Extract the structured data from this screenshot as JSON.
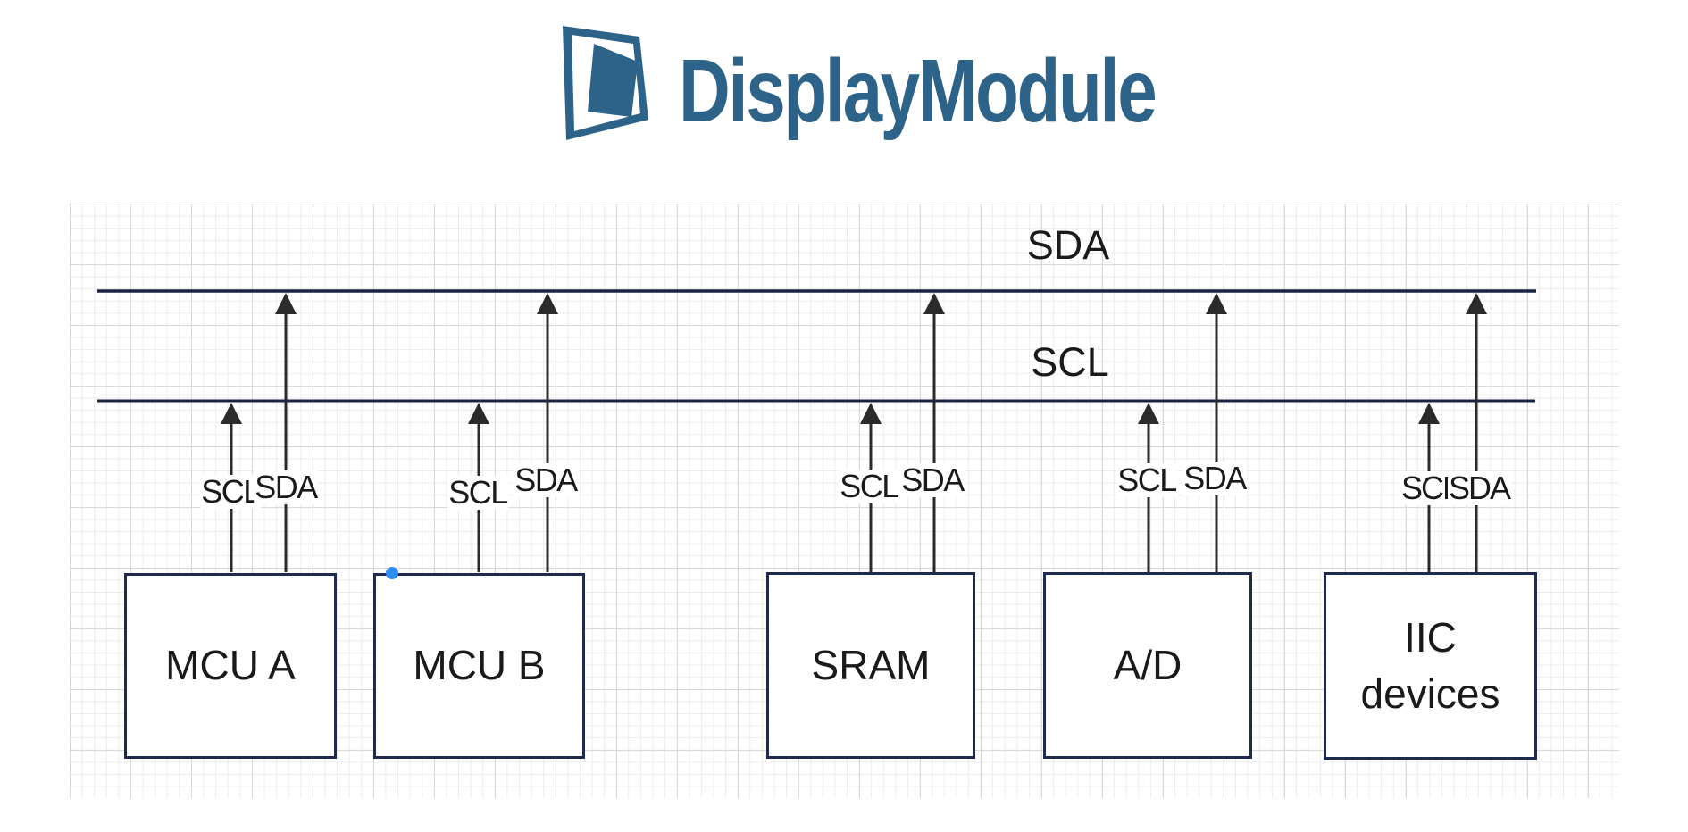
{
  "logo": {
    "text": "DisplayModule",
    "brand_color": "#2e6389"
  },
  "diagram": {
    "bus_labels": {
      "sda": "SDA",
      "scl": "SCL"
    },
    "pin_labels": {
      "scl": "SCL",
      "sda": "SDA"
    },
    "devices": [
      {
        "label": "MCU A"
      },
      {
        "label": "MCU B"
      },
      {
        "label": "SRAM"
      },
      {
        "label": "A/D"
      },
      {
        "label": "IIC devices"
      }
    ],
    "colors": {
      "bus_line": "#1a2342",
      "arrow": "#2b2b2b",
      "box_border": "#1f2a4e",
      "selection_dot": "#2f8ef5",
      "grid_minor": "#ececec",
      "grid_major": "#d9d9d9"
    }
  }
}
